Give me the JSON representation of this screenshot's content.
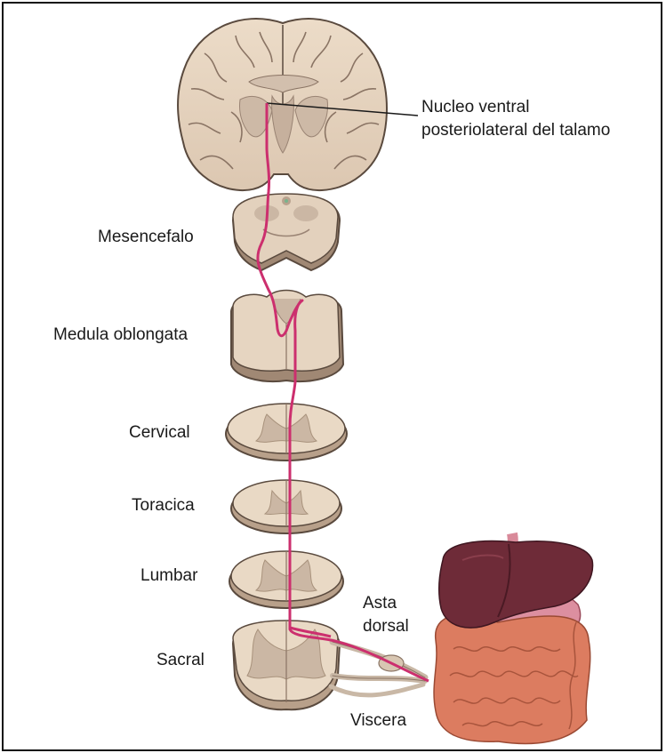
{
  "labels": {
    "thalamus_line1": "Nucleo ventral",
    "thalamus_line2": "posteriolateral del talamo",
    "mesencephalon": "Mesencefalo",
    "medulla": "Medula oblongata",
    "cervical": "Cervical",
    "thoracic": "Toracica",
    "lumbar": "Lumbar",
    "sacral": "Sacral",
    "dorsal_horn_line1": "Asta",
    "dorsal_horn_line2": "dorsal",
    "viscera": "Viscera"
  },
  "colors": {
    "tissue": "#e8d7c3",
    "tissue_dark": "#a8927c",
    "outline": "#5a4a3e",
    "grey_matter": "#c8b5a3",
    "pathway": "#cc2f6e",
    "liver": "#6a2a35",
    "stomach": "#d98a9a",
    "intestine": "#d9785c"
  }
}
